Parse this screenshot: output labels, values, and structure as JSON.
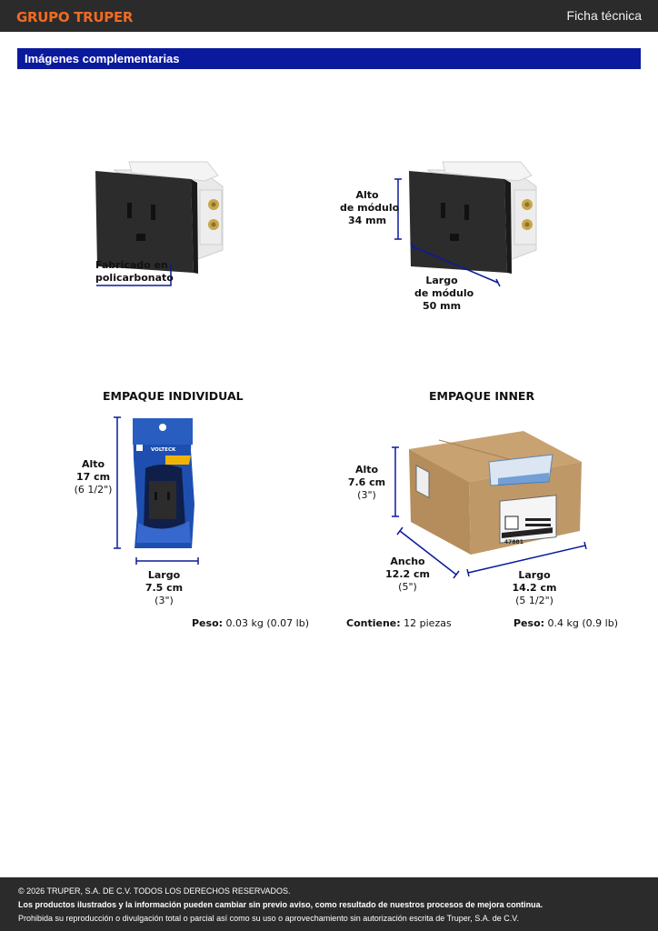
{
  "header": {
    "brand": "GRUPO TRUPER",
    "doc_type": "Ficha técnica",
    "accent_color": "#f26a21",
    "bar_color": "#2b2b2b"
  },
  "section": {
    "title": "Imágenes complementarias",
    "color": "#0b1a9c"
  },
  "product": {
    "material_label": [
      "Fabricado en",
      "policarbonato"
    ],
    "height_label": [
      "Alto",
      "de módulo",
      "34 mm"
    ],
    "length_label": [
      "Largo",
      "de módulo",
      "50 mm"
    ]
  },
  "individual": {
    "heading": "EMPAQUE INDIVIDUAL",
    "height": [
      "Alto",
      "17 cm",
      "(6 1/2\")"
    ],
    "length": [
      "Largo",
      "7.5 cm",
      "(3\")"
    ],
    "weight_label": "Peso:",
    "weight_value": "0.03 kg (0.07 lb)",
    "brand_on_pack": "VOLTECK"
  },
  "inner": {
    "heading": "EMPAQUE INNER",
    "height": [
      "Alto",
      "7.6 cm",
      "(3\")"
    ],
    "width": [
      "Ancho",
      "12.2 cm",
      "(5\")"
    ],
    "length": [
      "Largo",
      "14.2 cm",
      "(5 1/2\")"
    ],
    "contents_label": "Contiene:",
    "contents_value": "12 piezas",
    "weight_label": "Peso:",
    "weight_value": "0.4 kg (0.9 lb)",
    "box_code": "47881"
  },
  "footer": {
    "copyright": "© 2026 TRUPER, S.A. DE C.V. TODOS LOS DERECHOS RESERVADOS.",
    "notice": "Los productos ilustrados y la información pueden cambiar sin previo aviso, como resultado de nuestros procesos de mejora continua.",
    "legal": "Prohibida su reproducción o divulgación total o parcial así como su uso o aprovechamiento sin autorización escrita de Truper, S.A. de C.V."
  }
}
